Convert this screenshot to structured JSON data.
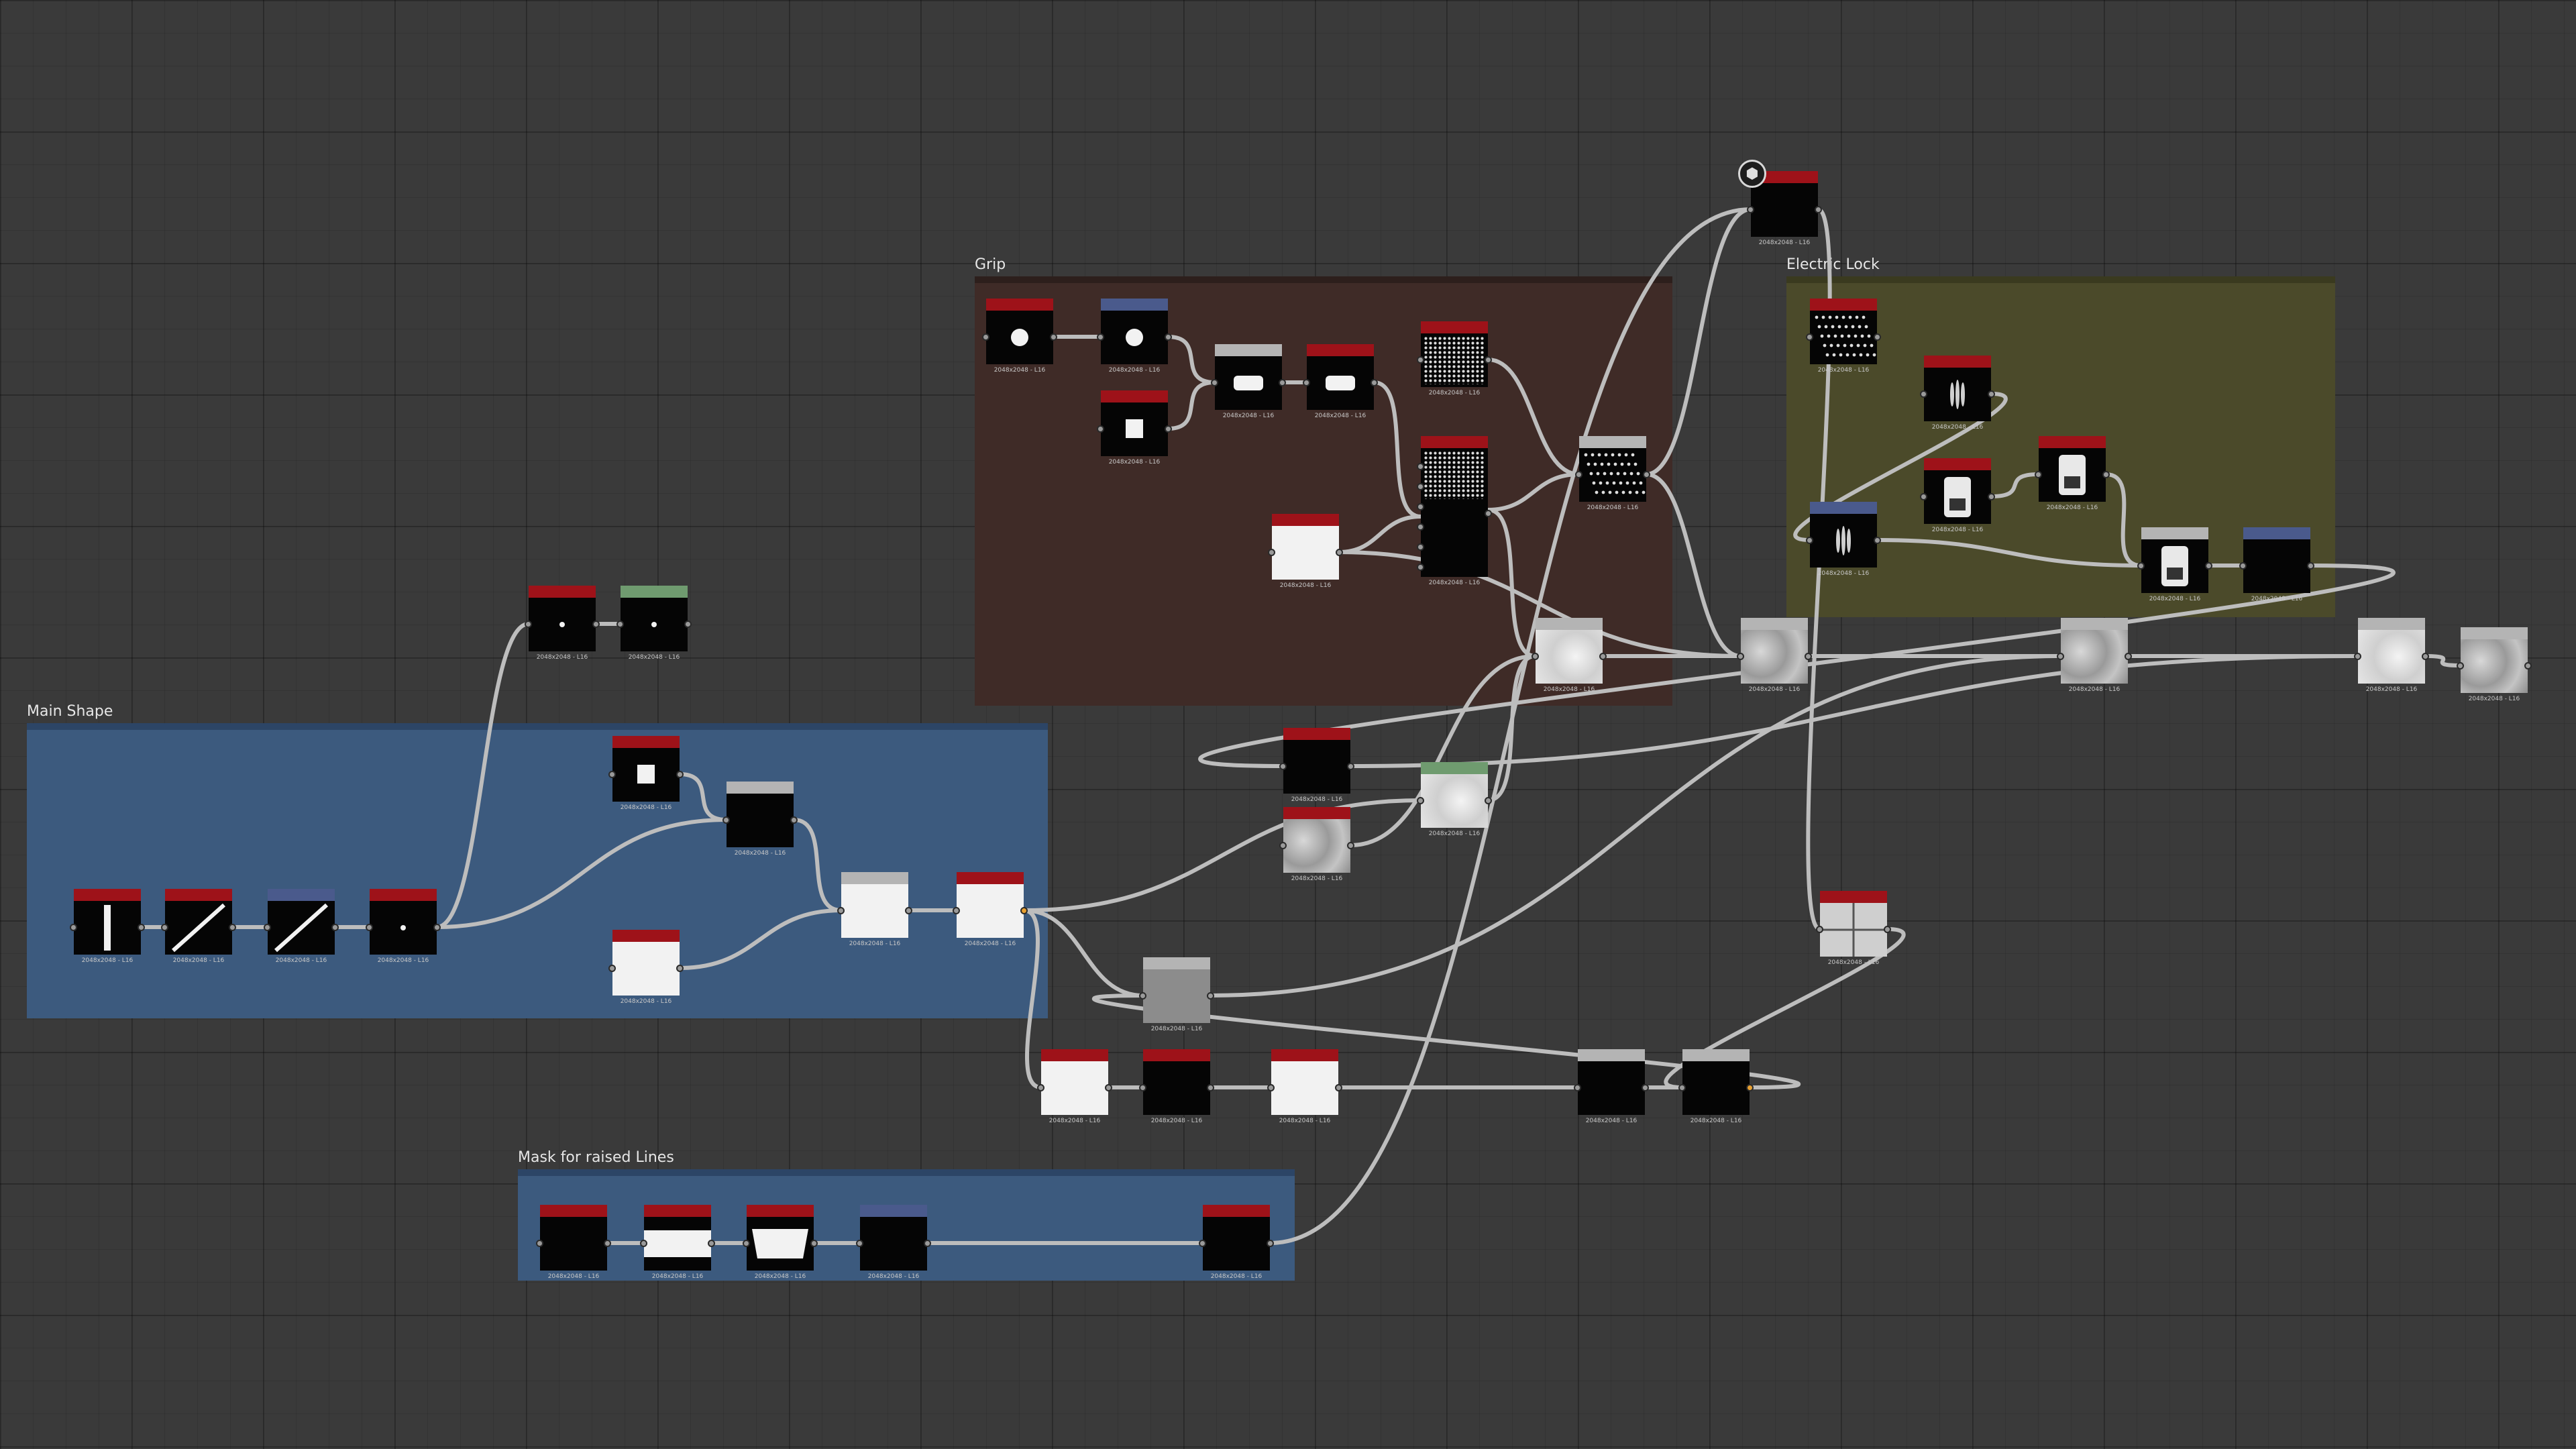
{
  "frames": [
    {
      "id": "grip",
      "title": "Grip",
      "color": "#3f2b27",
      "bar": "#2d1f1c"
    },
    {
      "id": "electric_lock",
      "title": "Electric Lock",
      "color": "#4b4a2a",
      "bar": "#3a3a1f"
    },
    {
      "id": "main_shape",
      "title": "Main Shape",
      "color": "#3c5a7e",
      "bar": "#2c4566"
    },
    {
      "id": "mask_raised_lines",
      "title": "Mask for raised Lines",
      "color": "#3c5a7e",
      "bar": "#2c4566"
    }
  ],
  "colors": {
    "header_red": "#9e1219",
    "header_blue": "#4a5a8c",
    "header_green": "#6f9b6f",
    "header_gray": "#b4b4b4",
    "wire": "#bdbdbd",
    "pin": "#9a9a9a",
    "pin_active": "#e8a030",
    "canvas": "#3a3a3a"
  },
  "node_size_label": "2048x2048 - L16",
  "badge_icon": "cube-icon",
  "nodes": [
    {
      "name": "node-0",
      "header": "red",
      "thumb": "vbar"
    },
    {
      "name": "node-1",
      "header": "red",
      "thumb": "diag"
    },
    {
      "name": "node-2",
      "header": "blue",
      "thumb": "diag"
    },
    {
      "name": "node-3",
      "header": "red",
      "thumb": "dot"
    },
    {
      "name": "node-4",
      "header": "red",
      "thumb": "dot"
    },
    {
      "name": "node-5",
      "header": "green",
      "thumb": "dot"
    },
    {
      "name": "node-6",
      "header": "red",
      "thumb": "square"
    },
    {
      "name": "node-7",
      "header": "gray",
      "thumb": "black"
    },
    {
      "name": "node-8",
      "header": "red",
      "thumb": "white"
    },
    {
      "name": "node-9",
      "header": "gray",
      "thumb": "white"
    },
    {
      "name": "node-10",
      "header": "red",
      "thumb": "white"
    },
    {
      "name": "node-11",
      "header": "red",
      "thumb": "circle"
    },
    {
      "name": "node-12",
      "header": "blue",
      "thumb": "circle"
    },
    {
      "name": "node-13",
      "header": "red",
      "thumb": "square"
    },
    {
      "name": "node-14",
      "header": "gray",
      "thumb": "pill"
    },
    {
      "name": "node-15",
      "header": "red",
      "thumb": "pill"
    },
    {
      "name": "node-16",
      "header": "red",
      "thumb": "grid"
    },
    {
      "name": "node-17",
      "header": "red",
      "thumb": "grid"
    },
    {
      "name": "node-18",
      "header": "red",
      "thumb": "white"
    },
    {
      "name": "node-19",
      "header": "gray",
      "thumb": "dots"
    },
    {
      "name": "node-20",
      "header": "red",
      "thumb": "dots"
    },
    {
      "name": "node-21",
      "header": "red",
      "thumb": "ridges"
    },
    {
      "name": "node-22",
      "header": "blue",
      "thumb": "ridges"
    },
    {
      "name": "node-23",
      "header": "red",
      "thumb": "lock"
    },
    {
      "name": "node-24",
      "header": "red",
      "thumb": "lock"
    },
    {
      "name": "node-25",
      "header": "gray",
      "thumb": "lock"
    },
    {
      "name": "node-26",
      "header": "blue",
      "thumb": "black"
    },
    {
      "name": "node-27",
      "header": "red",
      "thumb": "black"
    },
    {
      "name": "node-28",
      "header": "red",
      "thumb": "noise"
    },
    {
      "name": "node-29",
      "header": "green",
      "thumb": "lightnoise"
    },
    {
      "name": "node-30",
      "header": "gray",
      "thumb": "lightnoise"
    },
    {
      "name": "node-31",
      "header": "gray",
      "thumb": "noise"
    },
    {
      "name": "node-32",
      "header": "gray",
      "thumb": "noise"
    },
    {
      "name": "node-33",
      "header": "gray",
      "thumb": "lightnoise"
    },
    {
      "name": "node-34",
      "header": "gray",
      "thumb": "noise"
    },
    {
      "name": "node-35",
      "header": "red",
      "thumb": "quad"
    },
    {
      "name": "node-36",
      "header": "gray",
      "thumb": "gray"
    },
    {
      "name": "node-37",
      "header": "red",
      "thumb": "white"
    },
    {
      "name": "node-38",
      "header": "red",
      "thumb": "black"
    },
    {
      "name": "node-39",
      "header": "red",
      "thumb": "white"
    },
    {
      "name": "node-40",
      "header": "gray",
      "thumb": "black"
    },
    {
      "name": "node-41",
      "header": "gray",
      "thumb": "black"
    },
    {
      "name": "node-42",
      "header": "red",
      "thumb": "black"
    },
    {
      "name": "node-43",
      "header": "red",
      "thumb": "band"
    },
    {
      "name": "node-44",
      "header": "red",
      "thumb": "trap"
    },
    {
      "name": "node-45",
      "header": "blue",
      "thumb": "black"
    },
    {
      "name": "node-46",
      "header": "red",
      "thumb": "black"
    },
    {
      "name": "node-47",
      "header": "red",
      "thumb": "black"
    }
  ]
}
